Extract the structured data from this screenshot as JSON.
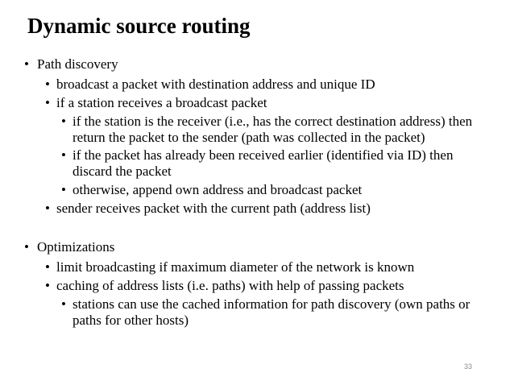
{
  "slide": {
    "title": "Dynamic source routing",
    "bullet_glyph": "•",
    "items": [
      {
        "level": 1,
        "text": "Path discovery"
      },
      {
        "level": 2,
        "text": "broadcast a packet with destination address and unique ID"
      },
      {
        "level": 2,
        "text": "if a station receives a broadcast packet"
      },
      {
        "level": 3,
        "text": "if the station is the receiver (i.e., has the correct destination address) then return the packet to the sender (path was collected in the packet)"
      },
      {
        "level": 3,
        "text": "if the packet has already been received earlier (identified via ID) then discard the packet"
      },
      {
        "level": 3,
        "text": "otherwise, append own address and broadcast packet"
      },
      {
        "level": 2,
        "text": "sender receives packet with the current path (address list)"
      },
      {
        "level": 1,
        "text": "Optimizations"
      },
      {
        "level": 2,
        "text": "limit broadcasting if maximum diameter of the network is known"
      },
      {
        "level": 2,
        "text": "caching of address lists (i.e. paths) with help of passing packets"
      },
      {
        "level": 3,
        "text": "stations can use the cached information for path discovery (own paths or paths for other hosts)"
      }
    ],
    "page_number": "33"
  }
}
